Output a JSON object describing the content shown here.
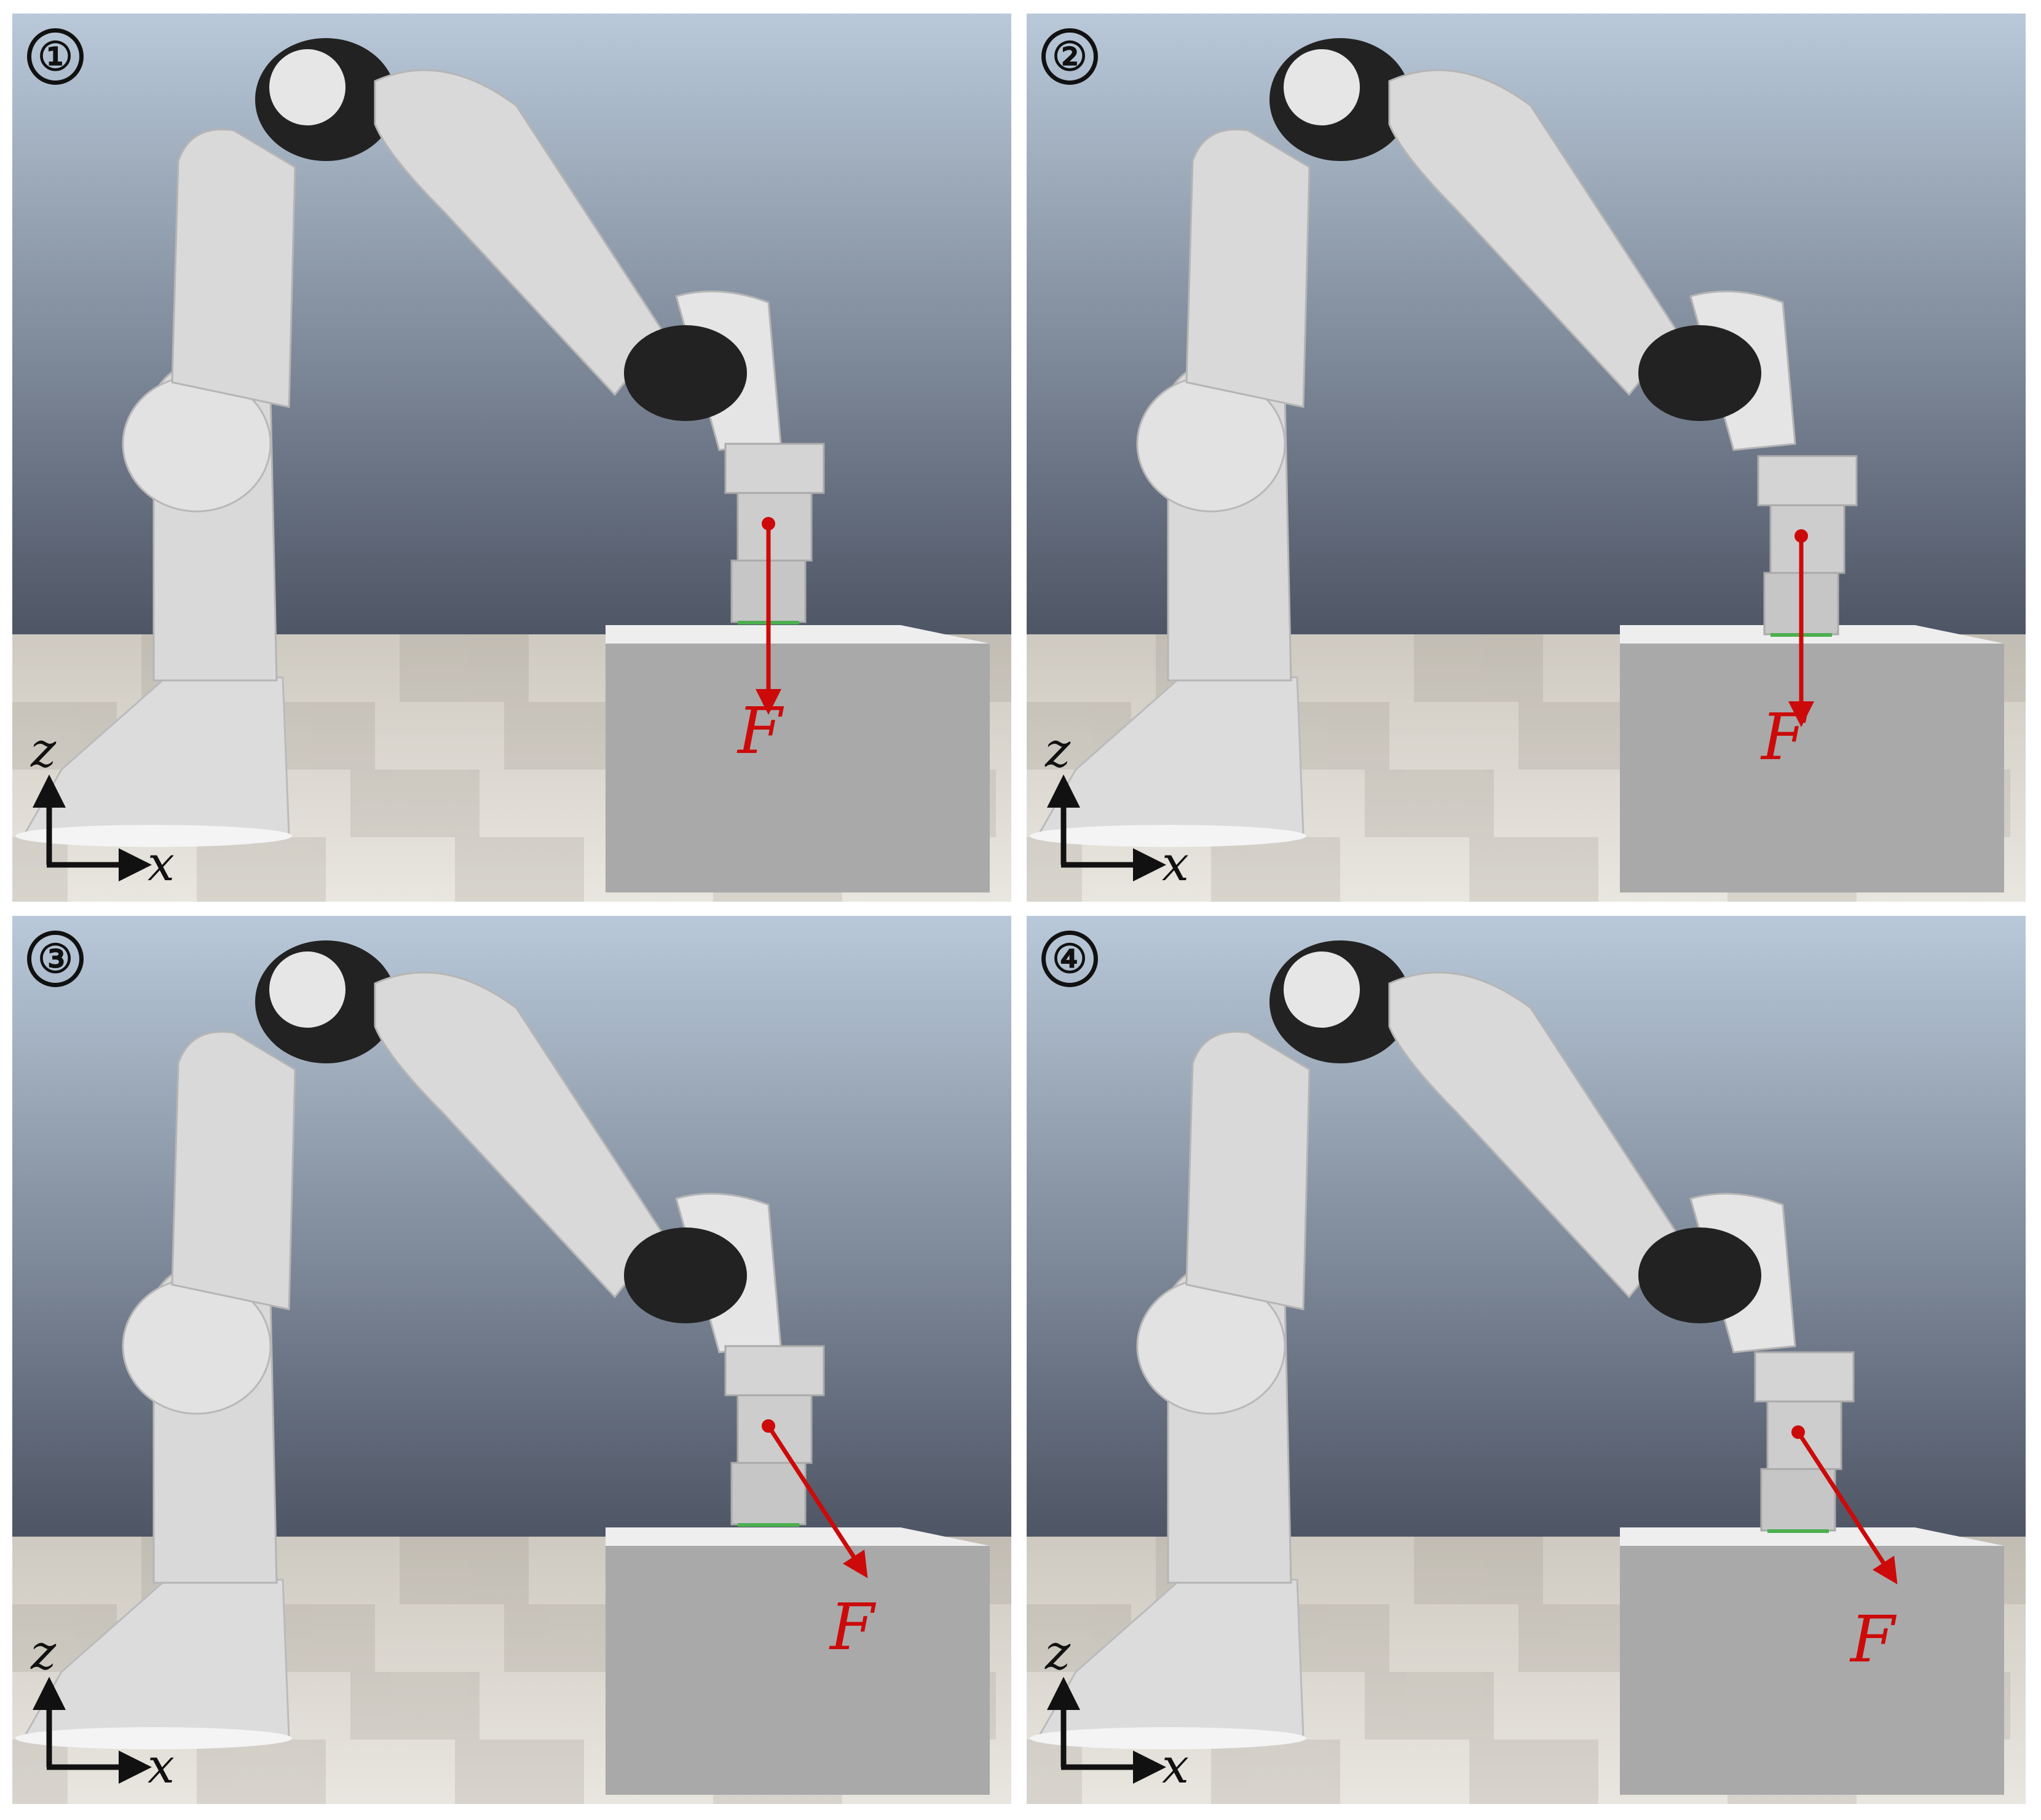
{
  "panels": [
    {
      "step": "①",
      "force_label": "F",
      "force_direction": "down"
    },
    {
      "step": "②",
      "force_label": "F",
      "force_direction": "down"
    },
    {
      "step": "③",
      "force_label": "F",
      "force_direction": "diagonal"
    },
    {
      "step": "④",
      "force_label": "F",
      "force_direction": "diagonal"
    }
  ],
  "axes": {
    "vertical": "z",
    "horizontal": "x"
  },
  "colors": {
    "force_arrow": "#cc0a0a",
    "sky_top": "#b9c9d9",
    "sky_bottom": "#4e5565",
    "box": "#a9a9a9",
    "robot": "#d9d9d9",
    "joint": "#222222"
  }
}
